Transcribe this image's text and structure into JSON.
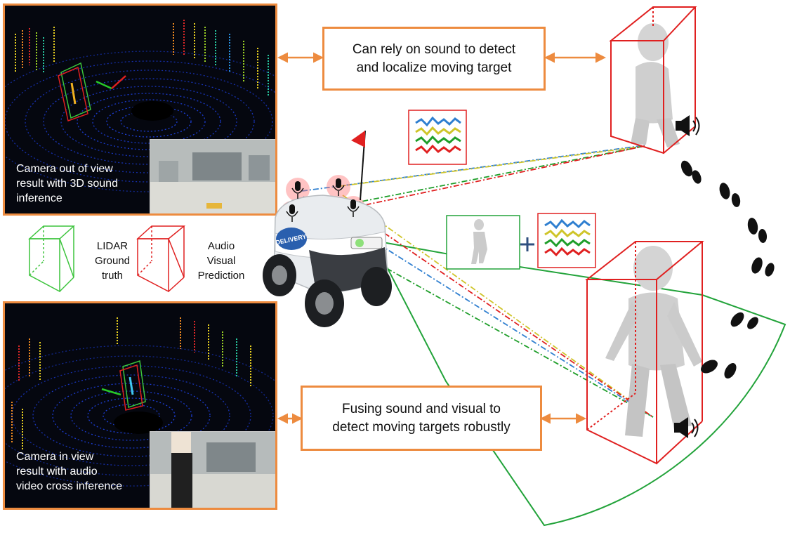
{
  "top_panel": {
    "caption": [
      "Camera out of view",
      "result with 3D sound",
      "inference"
    ]
  },
  "bottom_panel": {
    "caption": [
      "Camera in view",
      "result with audio",
      "video cross inference"
    ]
  },
  "top_box": [
    "Can rely on sound to detect",
    "and localize moving target"
  ],
  "bottom_box": [
    "Fusing sound and visual to",
    "detect moving targets robustly"
  ],
  "legend": {
    "lidar": [
      "LIDAR",
      "Ground",
      "truth"
    ],
    "audio": [
      "Audio",
      "Visual",
      "Prediction"
    ]
  },
  "robot": {
    "label": "DELIVERY"
  },
  "colors": {
    "panel_border": "#ed8b3f",
    "ground_truth": "#3cc43c",
    "prediction": "#e02020",
    "fov": "#22a33a",
    "signal_blue": "#2f7fd0",
    "signal_yellow": "#cfc52a",
    "signal_green": "#1f9e2a",
    "signal_red": "#e02020"
  },
  "icons": [
    "microphone-icon",
    "speaker-icon",
    "footprint-icon",
    "plus-icon",
    "flag-icon"
  ]
}
